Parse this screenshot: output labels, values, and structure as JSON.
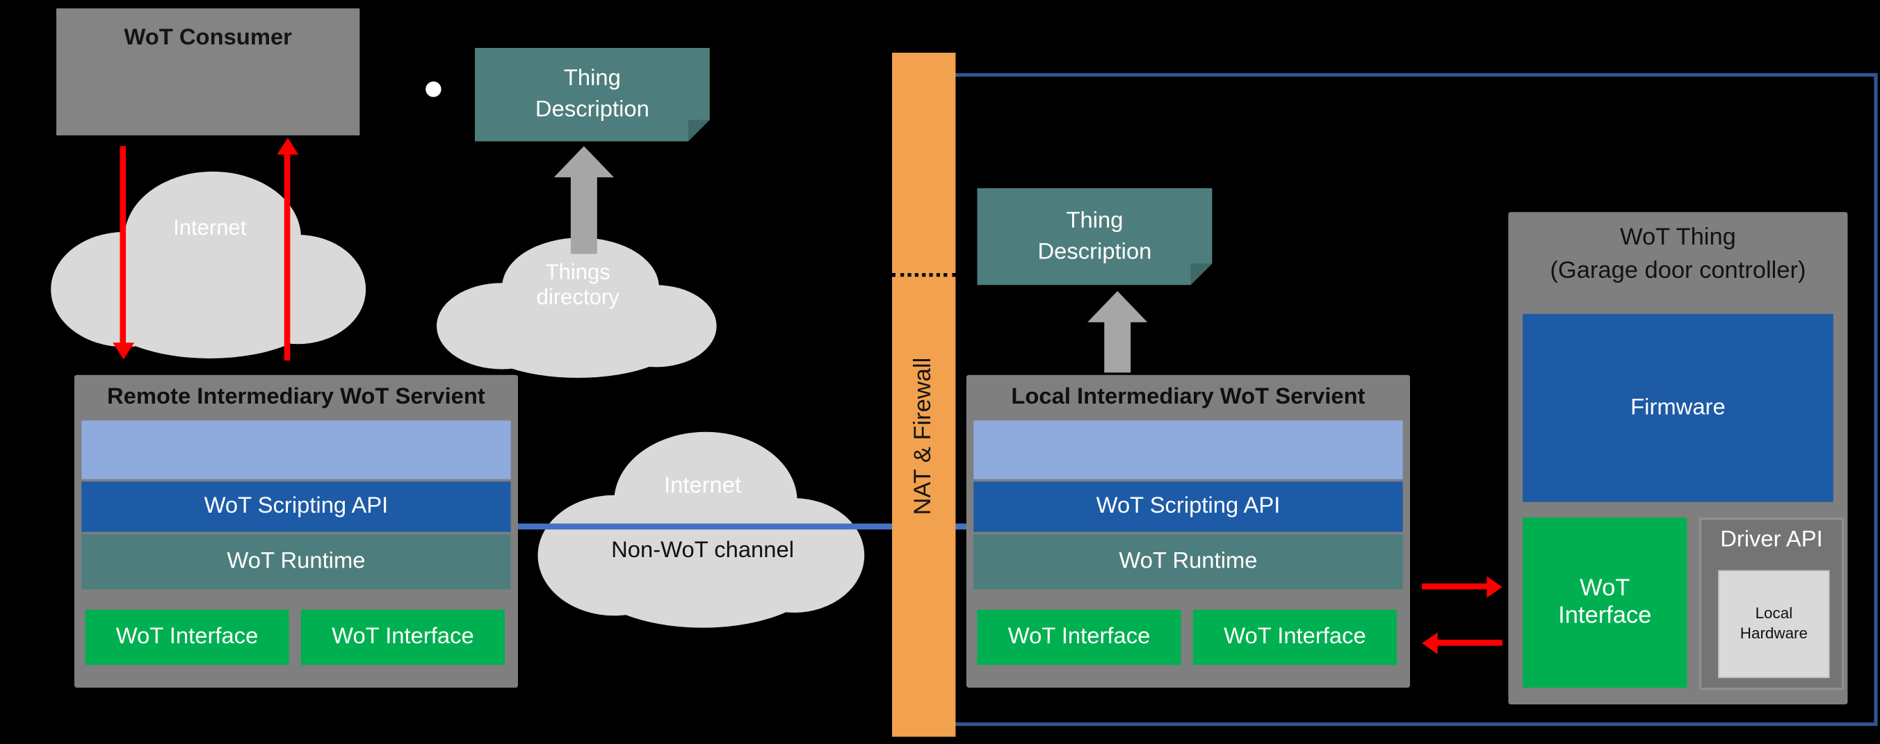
{
  "palette": {
    "background": "#000000",
    "box_gray": "#7f7f7f",
    "teal": "#4e7d7d",
    "light_blue": "#8faadc",
    "dark_blue": "#1d5ba6",
    "green": "#00b050",
    "orange": "#f2a14f",
    "cloud_gray": "#d9d9d9",
    "arrow_red": "#ff0000",
    "arrow_gray": "#a6a6a6",
    "boundary_blue": "#2f5597",
    "channel_blue": "#4472c4"
  },
  "consumer": {
    "label": "WoT Consumer"
  },
  "clouds": {
    "internet_left": "Internet",
    "things_directory": "Things directory",
    "internet_mid": "Internet",
    "non_wot_channel": "Non-WoT channel"
  },
  "thing_description_left": {
    "label": "Thing Description"
  },
  "thing_description_right": {
    "label": "Thing Description"
  },
  "nat_firewall": {
    "label": "NAT & Firewall"
  },
  "remote_servient": {
    "title": "Remote Intermediary WoT Servient",
    "scripting_api": "WoT Scripting API",
    "runtime": "WoT Runtime",
    "interfaces": [
      "WoT Interface",
      "WoT Interface"
    ]
  },
  "local_servient": {
    "title": "Local Intermediary WoT Servient",
    "scripting_api": "WoT Scripting API",
    "runtime": "WoT Runtime",
    "interfaces": [
      "WoT Interface",
      "WoT Interface"
    ]
  },
  "wot_thing": {
    "title_line1": "WoT Thing",
    "title_line2": "(Garage door controller)",
    "firmware": "Firmware",
    "wot_interface": "WoT Interface",
    "driver_api": "Driver API",
    "local_hardware": "Local Hardware"
  }
}
